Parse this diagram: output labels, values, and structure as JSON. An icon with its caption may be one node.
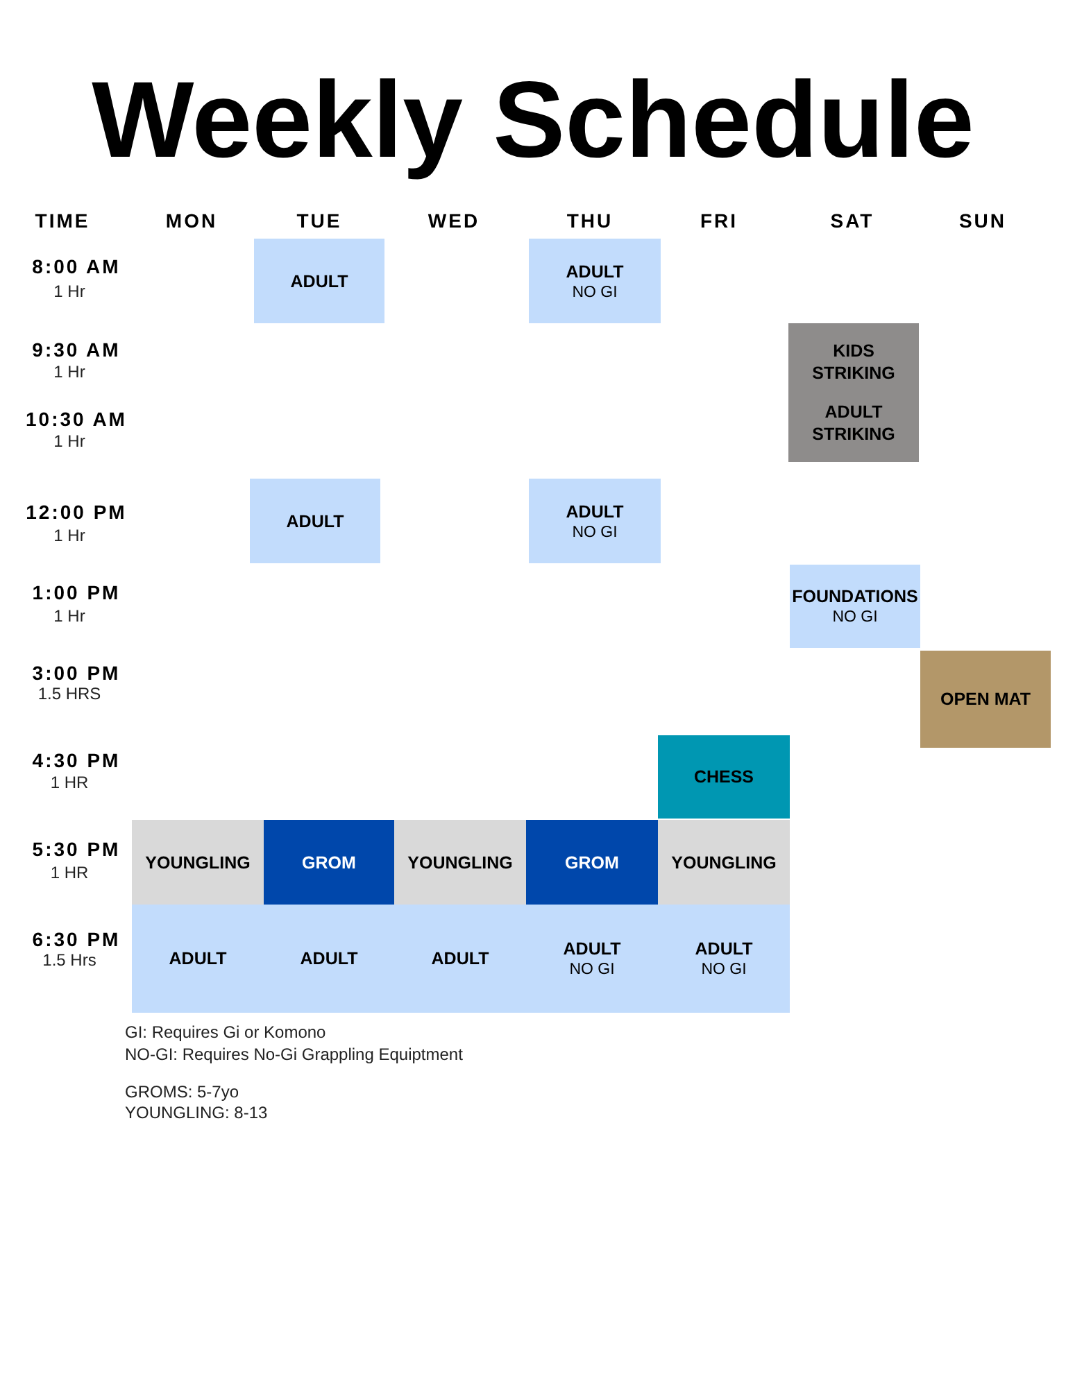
{
  "diagram": {
    "title": "Weekly Schedule",
    "nodes": [
      {
        "text": [
          "ADULT"
        ]
      },
      {
        "text": [
          "ADULT",
          "NO GI"
        ]
      },
      {
        "text": [
          "KIDS STRIKING",
          "ADULT STRIKING"
        ]
      },
      {
        "text": [
          "ADULT"
        ]
      },
      {
        "text": [
          "ADULT",
          "NO GI"
        ]
      },
      {
        "text": [
          "FOUNDATIONS",
          "NO GI"
        ]
      },
      {
        "text": [
          "OPEN MAT"
        ]
      },
      {
        "text": [
          "CHESS"
        ]
      },
      {
        "text": [
          "YOUNGLING"
        ]
      },
      {
        "text": [
          "GROM"
        ]
      },
      {
        "text": [
          "YOUNGLING"
        ]
      },
      {
        "text": [
          "GROM"
        ]
      },
      {
        "text": [
          "YOUNGLING"
        ]
      },
      {
        "text": [
          "ADULT"
        ]
      },
      {
        "text": [
          "ADULT"
        ]
      },
      {
        "text": [
          "ADULT"
        ]
      },
      {
        "text": [
          "ADULT",
          "NO GI"
        ]
      },
      {
        "text": [
          "ADULT",
          "NO GI"
        ]
      }
    ],
    "labels": [
      "TIME",
      "MON",
      "TUE",
      "WED",
      "THU",
      "FRI",
      "SAT",
      "SUN",
      "8:00 AM",
      "1 Hr",
      "9:30 AM",
      "1 Hr",
      "10:30 AM",
      "1 Hr",
      "12:00 PM",
      "1 Hr",
      "1:00 PM",
      "1 Hr",
      "3:00 PM",
      "1.5 HRS",
      "4:30 PM",
      "1 HR",
      "5:30 PM",
      "1 HR",
      "6:30 PM",
      "1.5 Hrs",
      "GI: Requires Gi or Komono",
      "NO-GI: Requires No-Gi Grappling Equiptment",
      "GROMS: 5-7yo",
      "YOUNGLING: 8-13"
    ]
  }
}
